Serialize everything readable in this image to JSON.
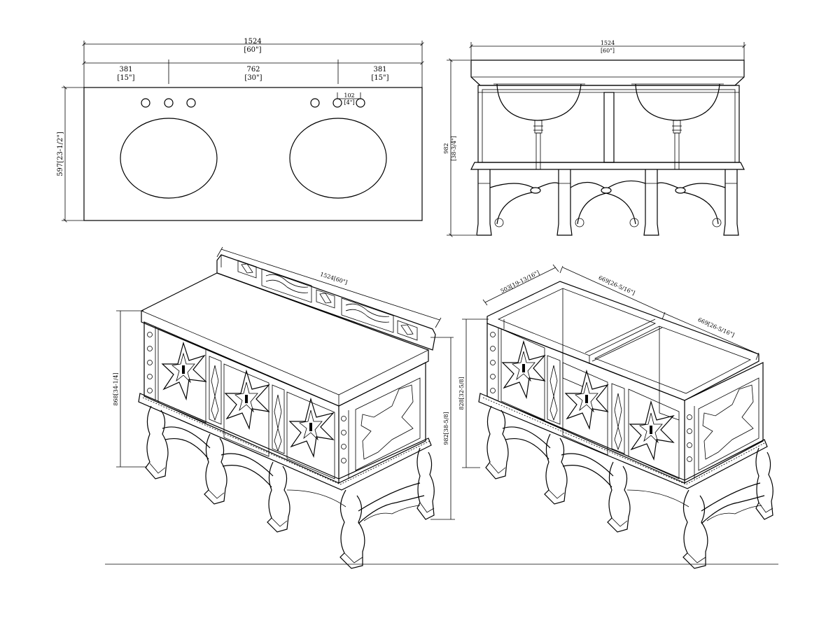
{
  "top_view": {
    "overall_mm": "1524",
    "overall_in": "[60\"]",
    "left_mm": "381",
    "left_in": "[15\"]",
    "center_mm": "762",
    "center_in": "[30\"]",
    "right_mm": "381",
    "right_in": "[15\"]",
    "depth": "597[23-1/2\"]",
    "faucet_mm": "102",
    "faucet_in": "[4\"]"
  },
  "front_view": {
    "width_mm": "1524",
    "width_in": "[60\"]",
    "height_mm": "982",
    "height_in": "[38-3/4\"]"
  },
  "iso_left": {
    "width": "1524[60\"]",
    "cabinet_height": "868[34-1/4]",
    "overall_height": "982[38-5/8]"
  },
  "iso_right": {
    "depth": "503[19-13/16\"]",
    "bay_1": "669[26-5/16\"]",
    "bay_2": "669[26-5/16\"]",
    "base_height": "828[32-5/8]"
  }
}
